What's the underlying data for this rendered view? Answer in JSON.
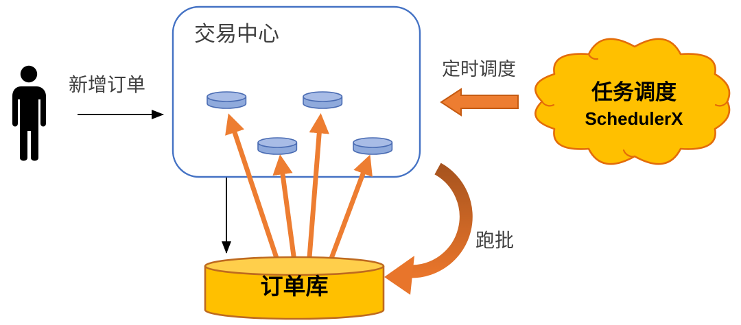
{
  "colors": {
    "box_border_blue": "#4472C4",
    "instance_fill": "#8FAADC",
    "instance_top": "#A8BCE6",
    "instance_border": "#4A6CB3",
    "arrow_orange": "#ED7D31",
    "arrow_orange_border": "#C55A11",
    "db_fill": "#FFC000",
    "db_top": "#FFCF4B",
    "db_border": "#BE6A1F",
    "cloud_fill": "#FFC000",
    "cloud_border": "#E36C09",
    "curve_start": "#A6531E",
    "curve_end": "#E8752B",
    "label_gray": "#3F3F3F"
  },
  "actor": {
    "icon": "person-silhouette"
  },
  "trade_center": {
    "label": "交易中心",
    "instance_count": 4
  },
  "order_db": {
    "label": "订单库"
  },
  "scheduler_cloud": {
    "line1": "任务调度",
    "line2": "SchedulerX"
  },
  "flows": {
    "new_order": "新增订单",
    "scheduled_dispatch": "定时调度",
    "batch_run": "跑批"
  }
}
